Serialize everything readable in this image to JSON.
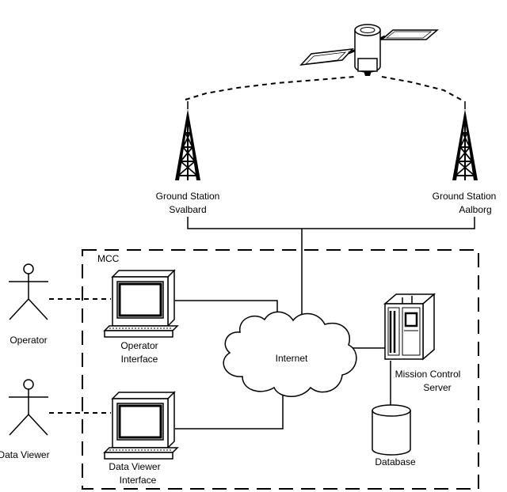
{
  "labels": {
    "ground_station_1": [
      "Ground Station",
      "Svalbard"
    ],
    "ground_station_2": [
      "Ground Station",
      "Aalborg"
    ],
    "mcc": "MCC",
    "operator": "Operator",
    "operator_interface": [
      "Operator",
      "Interface"
    ],
    "data_viewer": "Data Viewer",
    "data_viewer_interface": [
      "Data Viewer",
      "Interface"
    ],
    "internet": "Internet",
    "mission_control_server": [
      "Mission Control",
      "Server"
    ],
    "database": "Database"
  },
  "icons": [
    "satellite-icon",
    "antenna-tower-icon",
    "person-icon",
    "computer-icon",
    "cloud-icon",
    "server-icon",
    "database-icon"
  ]
}
